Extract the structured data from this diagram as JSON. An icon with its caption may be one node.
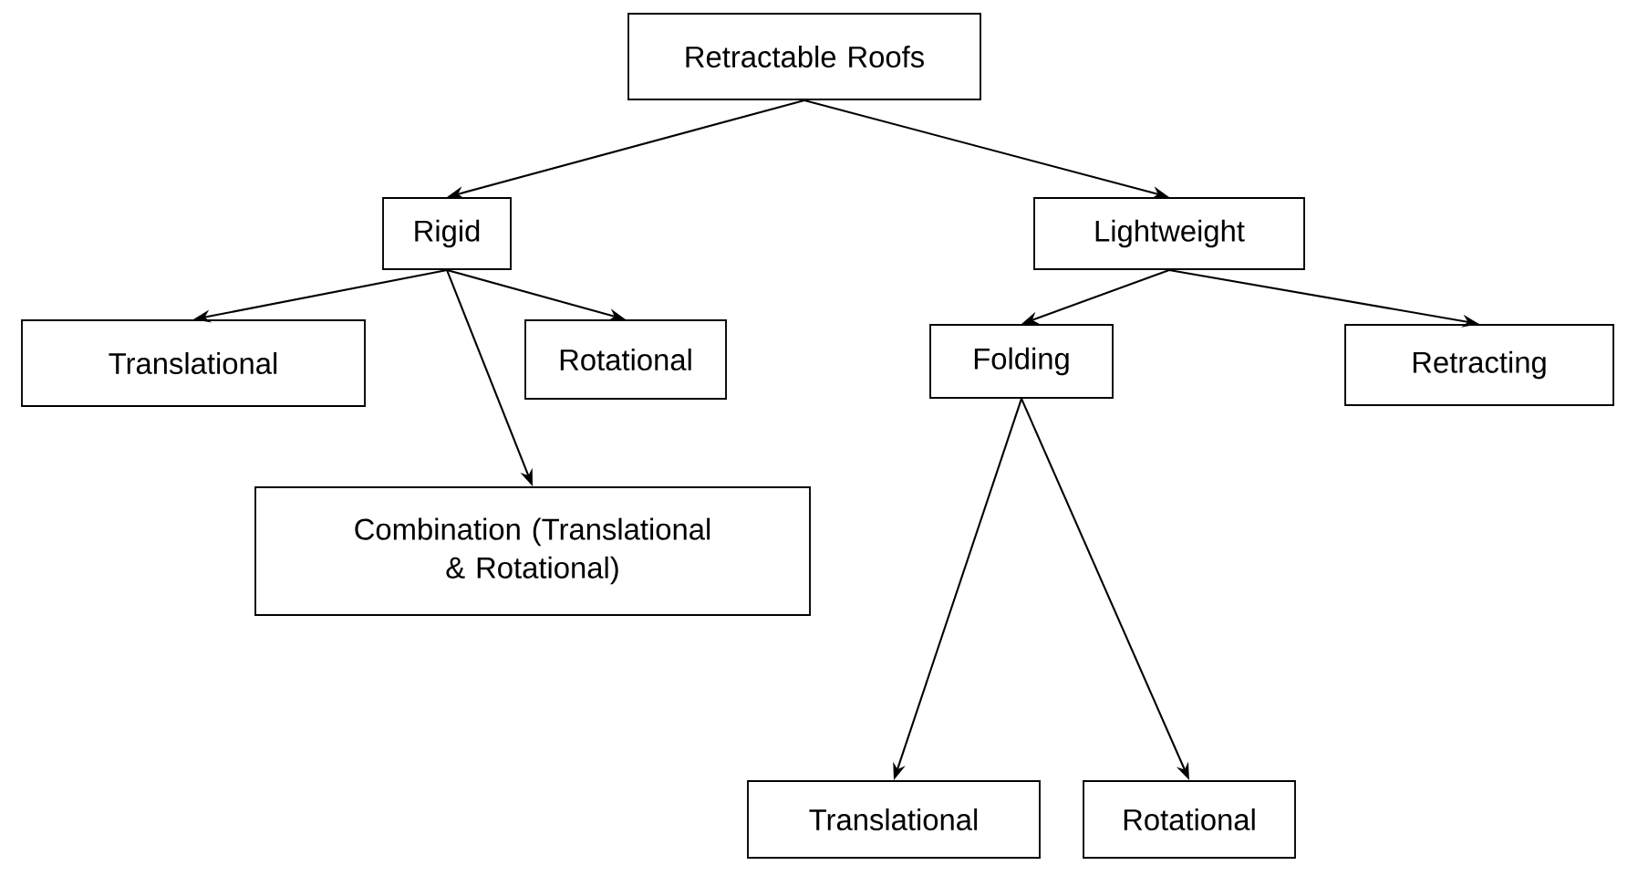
{
  "diagram": {
    "nodes": [
      {
        "text": [
          "Retractable Roofs"
        ]
      },
      {
        "text": [
          "Rigid"
        ]
      },
      {
        "text": [
          "Lightweight"
        ]
      },
      {
        "text": [
          "Translational"
        ]
      },
      {
        "text": [
          "Rotational"
        ]
      },
      {
        "text": [
          "Combination (Translational & Rotational)"
        ]
      },
      {
        "text": [
          "Folding"
        ]
      },
      {
        "text": [
          "Retracting"
        ]
      },
      {
        "text": [
          "Translational"
        ]
      },
      {
        "text": [
          "Rotational"
        ]
      }
    ],
    "edges": [
      {
        "from": 0,
        "to": 1,
        "arrow": "to"
      },
      {
        "from": 0,
        "to": 2,
        "arrow": "to"
      },
      {
        "from": 1,
        "to": 3,
        "arrow": "to"
      },
      {
        "from": 1,
        "to": 5,
        "arrow": "to"
      },
      {
        "from": 1,
        "to": 4,
        "arrow": "to"
      },
      {
        "from": 2,
        "to": 6,
        "arrow": "to"
      },
      {
        "from": 2,
        "to": 7,
        "arrow": "to"
      },
      {
        "from": 6,
        "to": 8,
        "arrow": "to"
      },
      {
        "from": 6,
        "to": 9,
        "arrow": "to"
      }
    ]
  }
}
